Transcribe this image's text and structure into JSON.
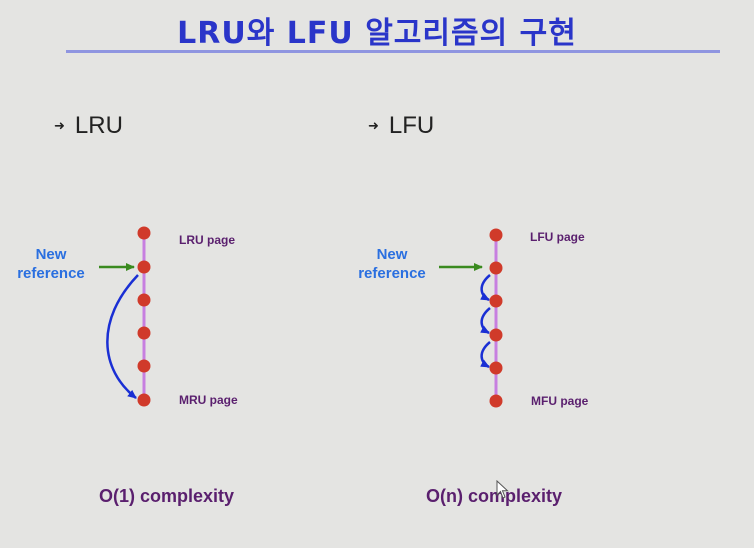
{
  "title": "LRU와 LFU 알고리즘의 구현",
  "lru": {
    "heading": "LRU",
    "new_reference": "New\nreference",
    "top_label": "LRU page",
    "bottom_label": "MRU page",
    "complexity": "O(1) complexity"
  },
  "lfu": {
    "heading": "LFU",
    "new_reference": "New\nreference",
    "top_label": "LFU page",
    "bottom_label": "MFU page",
    "complexity": "O(n) complexity"
  },
  "colors": {
    "title": "#2a35c9",
    "line": "#c77fe0",
    "node": "#d03a2a",
    "arrow_green": "#3a8a1f",
    "arrow_blue": "#1a2fd4",
    "label_blue": "#2a6fe0",
    "label_purple": "#5a1f6e"
  },
  "icons": {
    "bullet": "arrow-bullet-icon",
    "cursor": "mouse-cursor-icon"
  }
}
